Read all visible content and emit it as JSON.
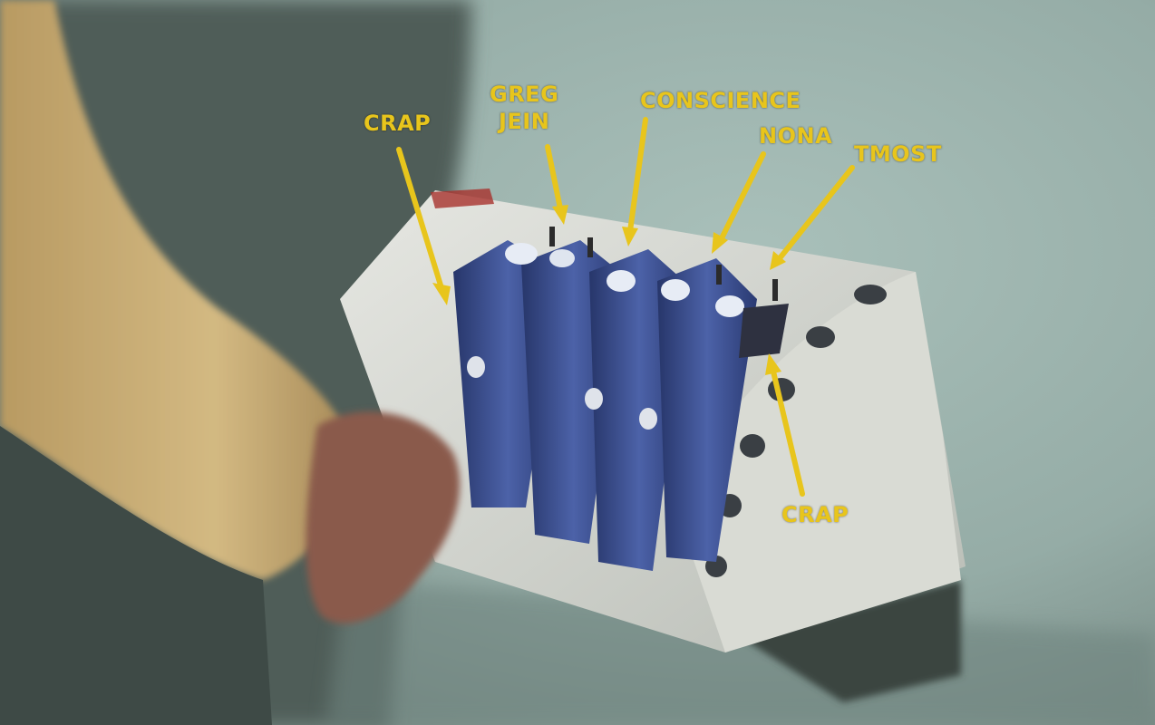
{
  "annotations": [
    {
      "id": "crap-left",
      "lines": [
        "CRAP"
      ]
    },
    {
      "id": "greg-jein",
      "lines": [
        "GREG",
        "JEIN"
      ]
    },
    {
      "id": "conscience",
      "lines": [
        "CONSCIENCE"
      ]
    },
    {
      "id": "nona",
      "lines": [
        "NONA"
      ]
    },
    {
      "id": "tmost",
      "lines": [
        "TMOST"
      ]
    },
    {
      "id": "crap-right",
      "lines": [
        "CRAP"
      ]
    }
  ],
  "colors": {
    "annotation": "#e8c51c",
    "wall": "#9fb7b1",
    "shadow_wall": "#4f5d58",
    "panel": "#d6d8d2",
    "levers": "#3b4f8a",
    "sleeve": "#cdb27c"
  }
}
